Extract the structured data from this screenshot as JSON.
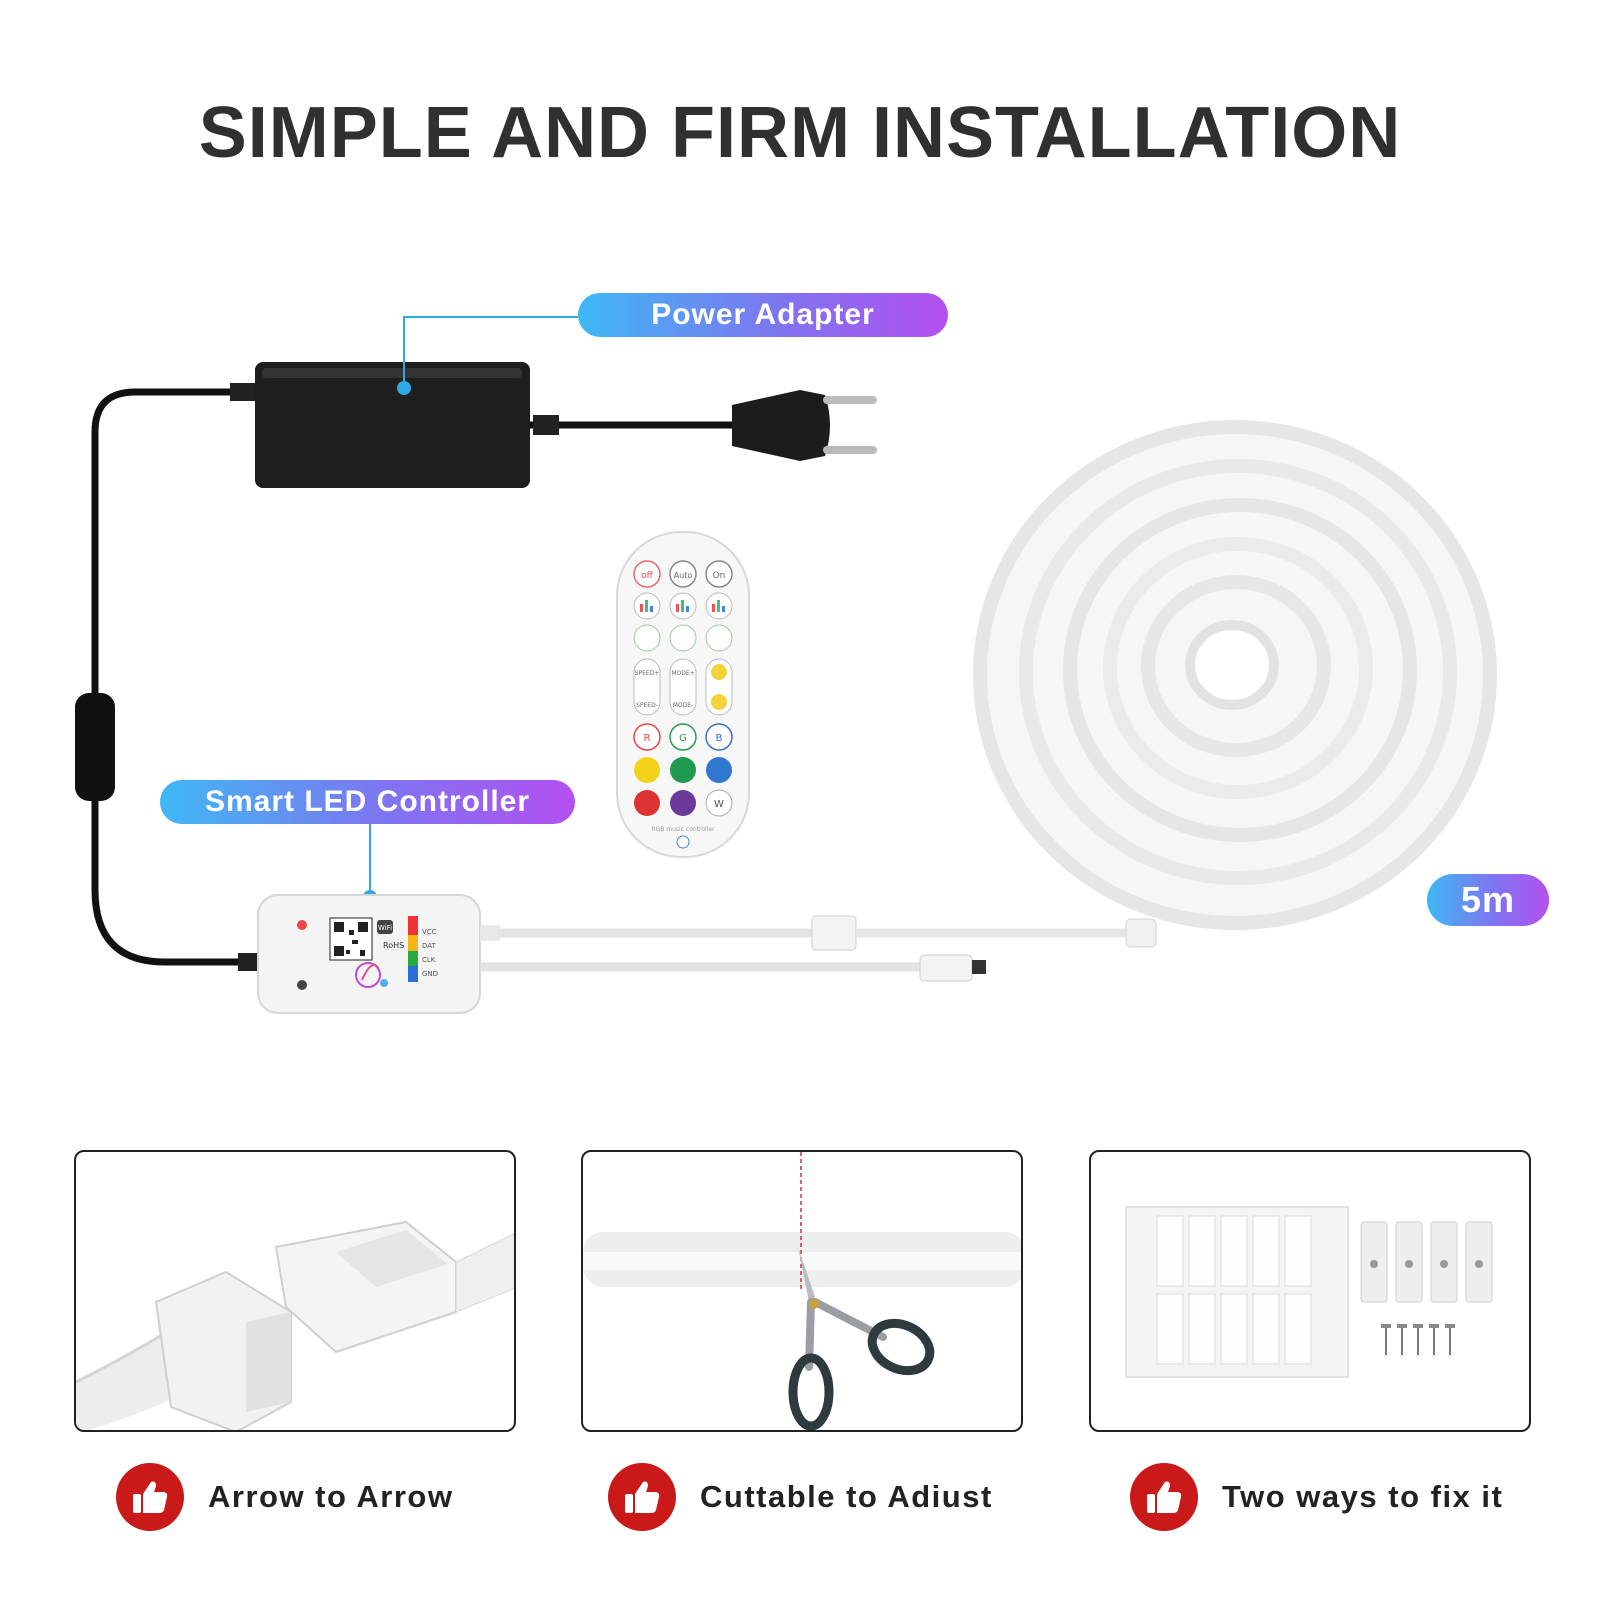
{
  "title": "SIMPLE AND FIRM INSTALLATION",
  "labels": {
    "power_adapter": "Power Adapter",
    "smart_controller": "Smart LED Controller",
    "length": "5m"
  },
  "remote": {
    "row1": [
      "off",
      "Auto",
      "On"
    ],
    "speed_plus": "SPEED+",
    "mode_plus": "MODE+",
    "speed_minus": "SPEED-",
    "mode_minus": "MODE-",
    "rgb": [
      "R",
      "G",
      "B"
    ],
    "white": "W",
    "footer": "RGB music controller"
  },
  "controller": {
    "pins": [
      "VCC",
      "DAT",
      "CLK",
      "GND"
    ],
    "cert": "RoHS",
    "wifi": "WiFi"
  },
  "features": [
    {
      "label": "Arrow to Arrow",
      "icon": "thumbs-up-icon"
    },
    {
      "label": "Cuttable to Adiust",
      "icon": "thumbs-up-icon"
    },
    {
      "label": "Two ways to fix it",
      "icon": "thumbs-up-icon"
    }
  ],
  "colors": {
    "accent_red": "#c91919",
    "pill_start": "#3fb8f4",
    "pill_end": "#b44ff0",
    "title": "#303030"
  }
}
